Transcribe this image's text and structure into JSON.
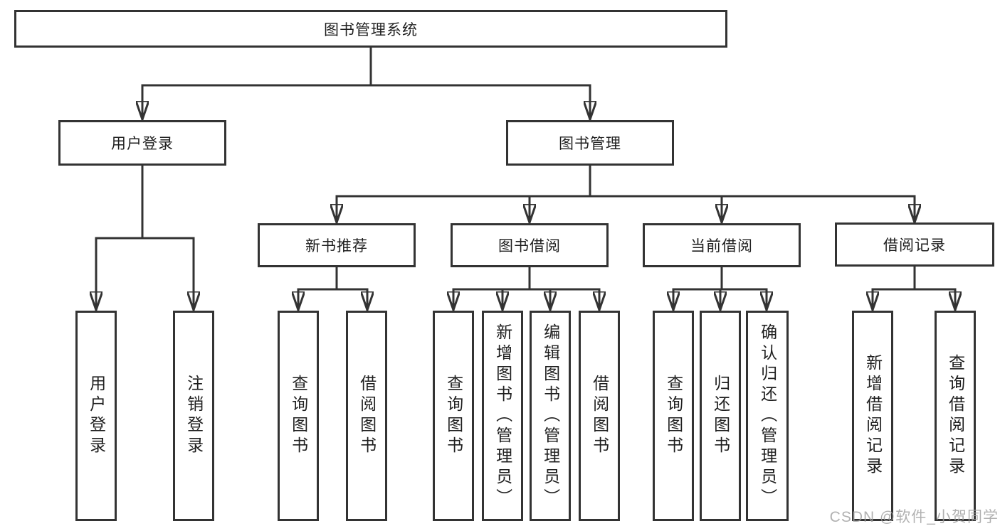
{
  "diagram": {
    "root": {
      "label": "图书管理系统"
    },
    "user_login": {
      "label": "用户登录",
      "leaves": [
        {
          "label": "用户登录"
        },
        {
          "label": "注销登录"
        }
      ]
    },
    "book_management": {
      "label": "图书管理",
      "groups": [
        {
          "label": "新书推荐",
          "leaves": [
            {
              "label": "查询图书"
            },
            {
              "label": "借阅图书"
            }
          ]
        },
        {
          "label": "图书借阅",
          "leaves": [
            {
              "label": "查询图书"
            },
            {
              "label": "新增图书（管理员）"
            },
            {
              "label": "编辑图书（管理员）"
            },
            {
              "label": "借阅图书"
            }
          ]
        },
        {
          "label": "当前借阅",
          "leaves": [
            {
              "label": "查询图书"
            },
            {
              "label": "归还图书"
            },
            {
              "label": "确认归还（管理员）"
            }
          ]
        },
        {
          "label": "借阅记录",
          "leaves": [
            {
              "label": "新增借阅记录"
            },
            {
              "label": "查询借阅记录"
            }
          ]
        }
      ]
    },
    "watermark": "CSDN @软件_小贺同学",
    "colors": {
      "line": "#333333",
      "text": "#1f1f1f",
      "box_background": "#ffffff",
      "page_background": "#ffffff",
      "watermark": "#9e9e9e"
    }
  }
}
